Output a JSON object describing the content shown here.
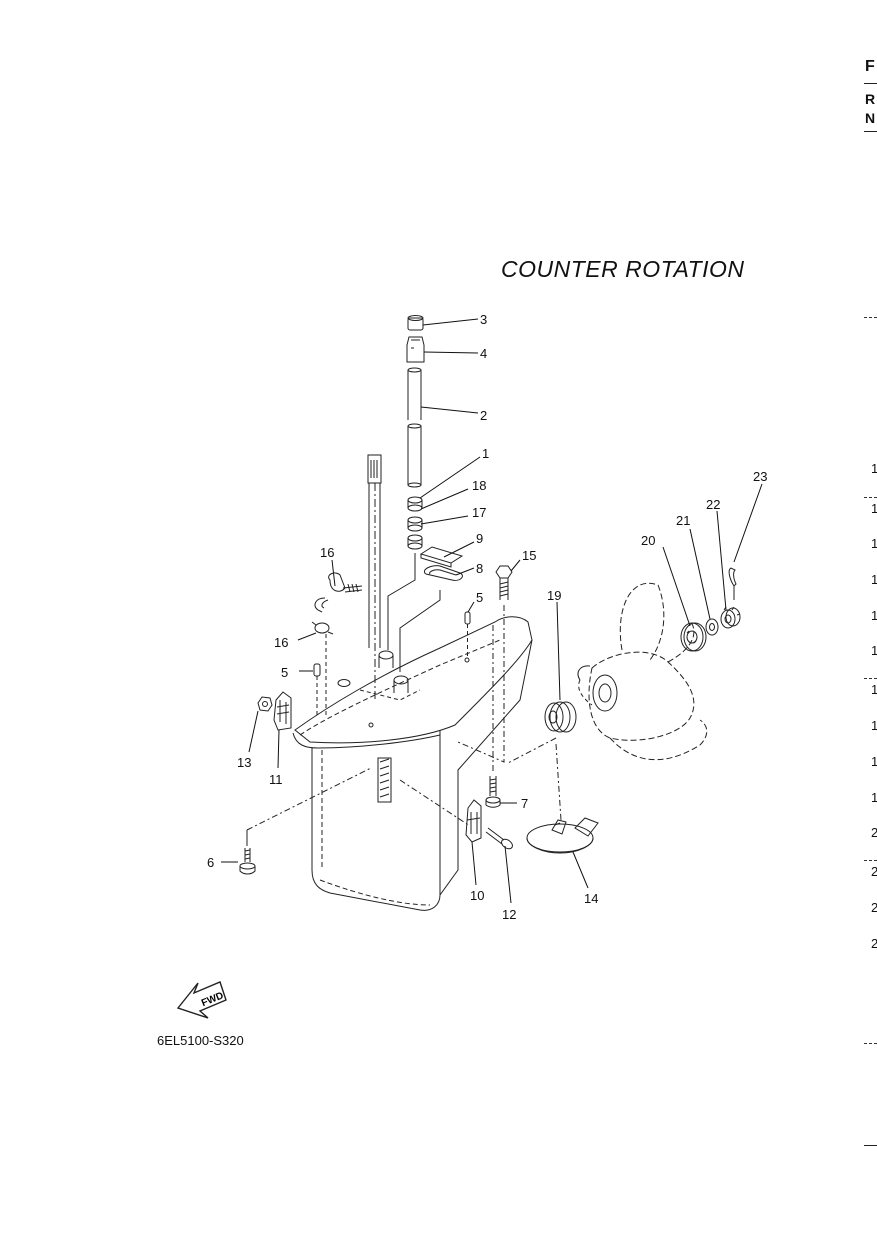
{
  "title": "COUNTER ROTATION",
  "part_code": "6EL5100-S320",
  "fwd_label": "FWD",
  "callouts": [
    {
      "id": "3",
      "label": "3"
    },
    {
      "id": "4",
      "label": "4"
    },
    {
      "id": "2",
      "label": "2"
    },
    {
      "id": "1",
      "label": "1"
    },
    {
      "id": "18",
      "label": "18"
    },
    {
      "id": "17",
      "label": "17"
    },
    {
      "id": "9",
      "label": "9"
    },
    {
      "id": "8",
      "label": "8"
    },
    {
      "id": "15",
      "label": "15"
    },
    {
      "id": "16a",
      "label": "16"
    },
    {
      "id": "16b",
      "label": "16"
    },
    {
      "id": "5a",
      "label": "5"
    },
    {
      "id": "5b",
      "label": "5"
    },
    {
      "id": "19",
      "label": "19"
    },
    {
      "id": "20",
      "label": "20"
    },
    {
      "id": "21",
      "label": "21"
    },
    {
      "id": "22",
      "label": "22"
    },
    {
      "id": "23",
      "label": "23"
    },
    {
      "id": "13",
      "label": "13"
    },
    {
      "id": "11",
      "label": "11"
    },
    {
      "id": "6",
      "label": "6"
    },
    {
      "id": "7",
      "label": "7"
    },
    {
      "id": "10",
      "label": "10"
    },
    {
      "id": "12",
      "label": "12"
    },
    {
      "id": "14",
      "label": "14"
    }
  ],
  "right_edge": {
    "header_letters": [
      "F",
      "R",
      "N"
    ],
    "row_numbers": [
      "1",
      "1",
      "1",
      "1",
      "1",
      "1",
      "1",
      "1",
      "1",
      "1",
      "2",
      "2",
      "2",
      "2"
    ]
  }
}
